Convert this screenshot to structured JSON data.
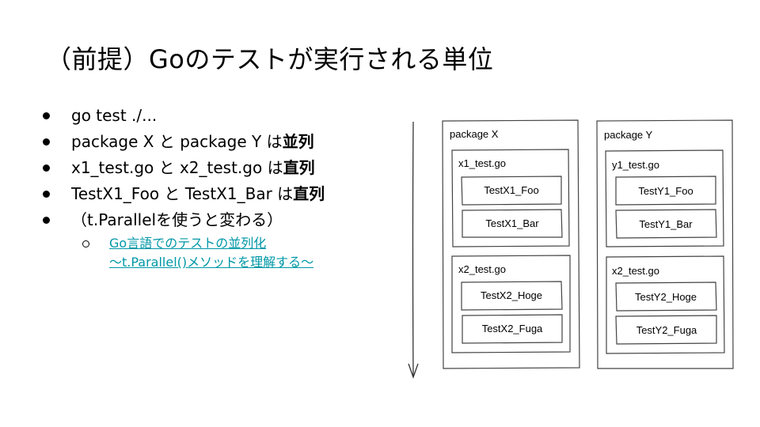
{
  "title": "（前提）Goのテストが実行される単位",
  "bullets": [
    {
      "text": "go test ./..."
    },
    {
      "text": "package X と package Y は",
      "bold": "並列"
    },
    {
      "text": "x1_test.go と x2_test.go は",
      "bold": "直列"
    },
    {
      "text": "TestX1_Foo と TestX1_Bar は",
      "bold": "直列"
    },
    {
      "text": "（t.Parallelを使うと変わる）"
    }
  ],
  "link": {
    "line1": "Go言語でのテストの並列化",
    "line2": "〜t.Parallel()メソッドを理解する〜"
  },
  "diagram": {
    "packages": [
      {
        "name": "package X",
        "files": [
          {
            "name": "x1_test.go",
            "tests": [
              "TestX1_Foo",
              "TestX1_Bar"
            ]
          },
          {
            "name": "x2_test.go",
            "tests": [
              "TestX2_Hoge",
              "TestX2_Fuga"
            ]
          }
        ]
      },
      {
        "name": "package Y",
        "files": [
          {
            "name": "y1_test.go",
            "tests": [
              "TestY1_Foo",
              "TestY1_Bar"
            ]
          },
          {
            "name": "x2_test.go",
            "tests": [
              "TestY2_Hoge",
              "TestY2_Fuga"
            ]
          }
        ]
      }
    ]
  }
}
